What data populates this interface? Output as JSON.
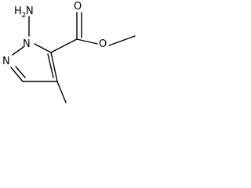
{
  "molecule": {
    "atoms": {
      "amino_N": "N",
      "amino_H": "H",
      "amino_sub": "2",
      "ring_N1": "N",
      "ring_N2": "N",
      "carbonyl_O": "O",
      "ester_O": "O"
    },
    "colors": {
      "bond": "#000000",
      "label": "#000000",
      "background": "#ffffff"
    }
  }
}
